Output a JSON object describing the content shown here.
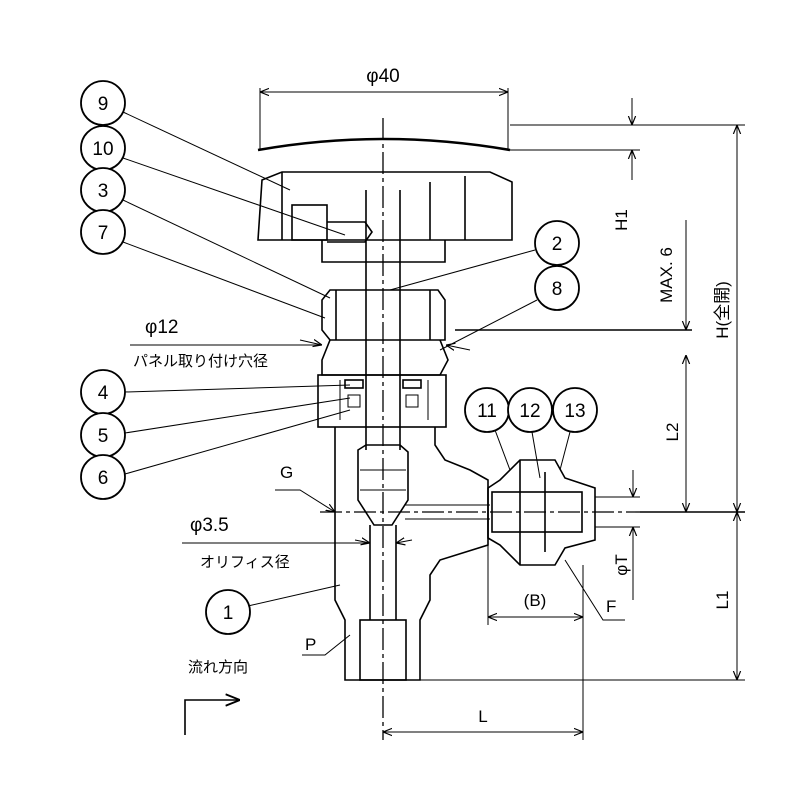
{
  "balloons": {
    "b1": "1",
    "b2": "2",
    "b3": "3",
    "b4": "4",
    "b5": "5",
    "b6": "6",
    "b7": "7",
    "b8": "8",
    "b9": "9",
    "b10": "10",
    "b11": "11",
    "b12": "12",
    "b13": "13"
  },
  "dimensions": {
    "handle_dia": "φ40",
    "h1": "H1",
    "max6": "MAX. 6",
    "h_full_open": "H(全開)",
    "l2": "L2",
    "phi_t": "φT",
    "l1": "L1",
    "f": "F",
    "b": "(B)",
    "l": "L",
    "p": "P",
    "g": "G",
    "panel_dia": "φ12",
    "panel_label": "パネル取り付け穴径",
    "orifice_dia": "φ3.5",
    "orifice_label": "オリフィス径",
    "flow_direction": "流れ方向"
  }
}
